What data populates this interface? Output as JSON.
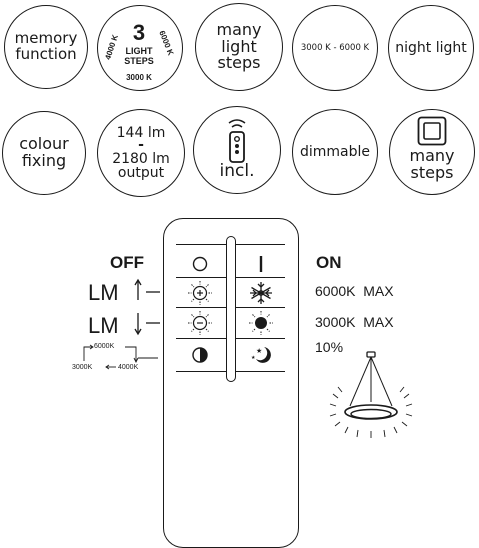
{
  "badges": {
    "memory": "memory\nfunction",
    "light_steps": {
      "number": "3",
      "label1": "LIGHT",
      "label2": "STEPS",
      "left": "4000 K",
      "right": "6000 K",
      "bottom": "3000 K"
    },
    "many_light_steps": "many\nlight\nsteps",
    "range": "3000 K - 6000 K",
    "night_light": "night light",
    "colour_fixing": "colour\nfixing",
    "output": {
      "min": "144 lm",
      "dash": "-",
      "max": "2180 lm",
      "label": "output"
    },
    "remote_incl": "incl.",
    "dimmable": "dimmable",
    "many_steps": "many\nsteps"
  },
  "left_labels": {
    "off": "OFF",
    "lm_up": "LM",
    "lm_down": "LM",
    "cycle_top": "6000K",
    "cycle_left": "3000K",
    "cycle_right": "4000K"
  },
  "right_labels": {
    "on": "ON",
    "cool_max": "6000K  MAX",
    "warm_max": "3000K  MAX",
    "night": "10%"
  },
  "icons": [
    "power-off-icon",
    "power-on-icon",
    "brightness-up-icon",
    "snowflake-icon",
    "brightness-down-icon",
    "sun-full-icon",
    "half-circle-icon",
    "moon-stars-icon",
    "lamp-icon",
    "remote-icon",
    "square-steps-icon"
  ]
}
